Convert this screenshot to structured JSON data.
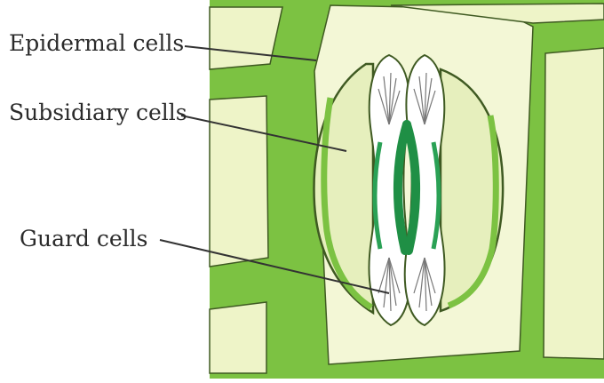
{
  "diagram": {
    "labels": {
      "epidermal": "Epidermal cells",
      "subsidiary": "Subsidiary cells",
      "guard": "Guard cells"
    },
    "colors": {
      "cell_wall": "#7cc242",
      "cell_fill": "#eef4c8",
      "cell_fill_light": "#f3f7d6",
      "guard_fill": "#ffffff",
      "guard_thick_wall": "#1f8f45",
      "outline": "#3f5a22",
      "leader_line": "#333333",
      "chloroplast_lines": "#777777"
    }
  }
}
